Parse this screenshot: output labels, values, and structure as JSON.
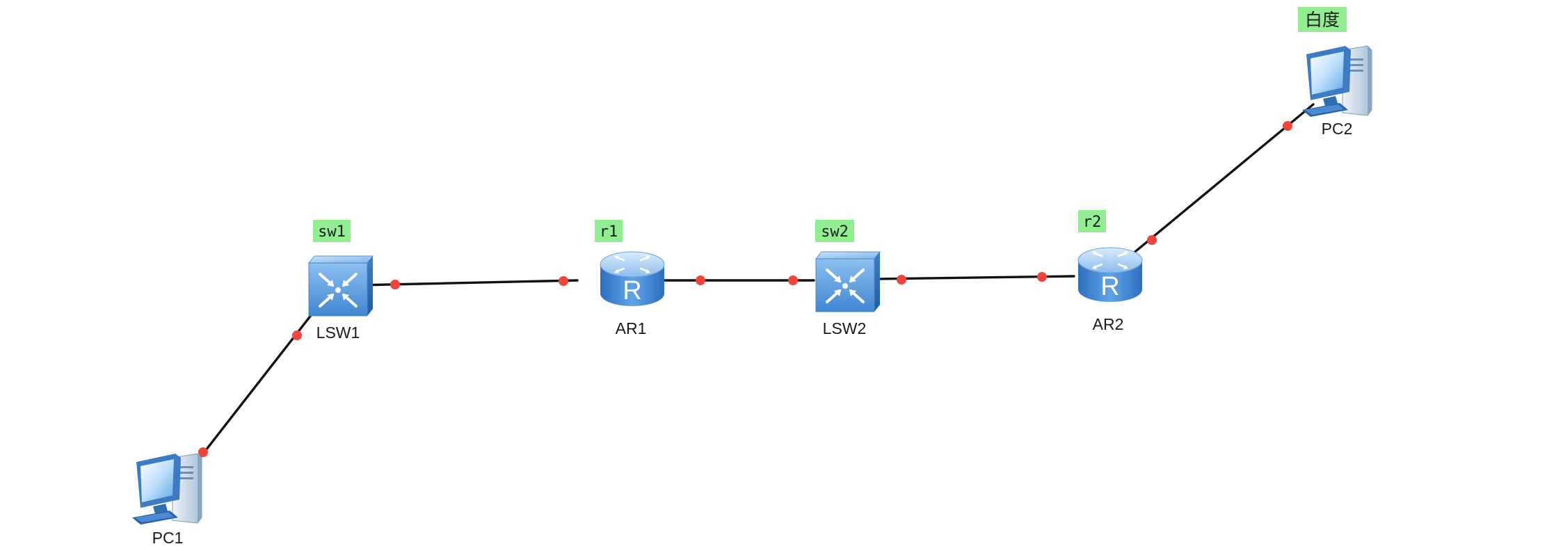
{
  "devices": {
    "pc1": {
      "name": "PC1",
      "type": "pc"
    },
    "lsw1": {
      "name": "LSW1",
      "type": "switch"
    },
    "ar1": {
      "name": "AR1",
      "type": "router"
    },
    "lsw2": {
      "name": "LSW2",
      "type": "switch"
    },
    "ar2": {
      "name": "AR2",
      "type": "router"
    },
    "pc2": {
      "name": "PC2",
      "type": "pc"
    }
  },
  "tags": {
    "sw1": "sw1",
    "r1": "r1",
    "sw2": "sw2",
    "r2": "r2",
    "baidu": "白度"
  },
  "links": [
    {
      "from": "pc1",
      "to": "lsw1"
    },
    {
      "from": "lsw1",
      "to": "ar1"
    },
    {
      "from": "ar1",
      "to": "lsw2"
    },
    {
      "from": "lsw2",
      "to": "ar2"
    },
    {
      "from": "ar2",
      "to": "pc2"
    }
  ],
  "colors": {
    "link": "#111111",
    "port": "#f2443a",
    "tag_background": "#90ee90",
    "device_blue": "#4a8fd6"
  },
  "icons": {
    "switch": "switch-icon",
    "router": "router-icon",
    "pc": "pc-icon"
  }
}
